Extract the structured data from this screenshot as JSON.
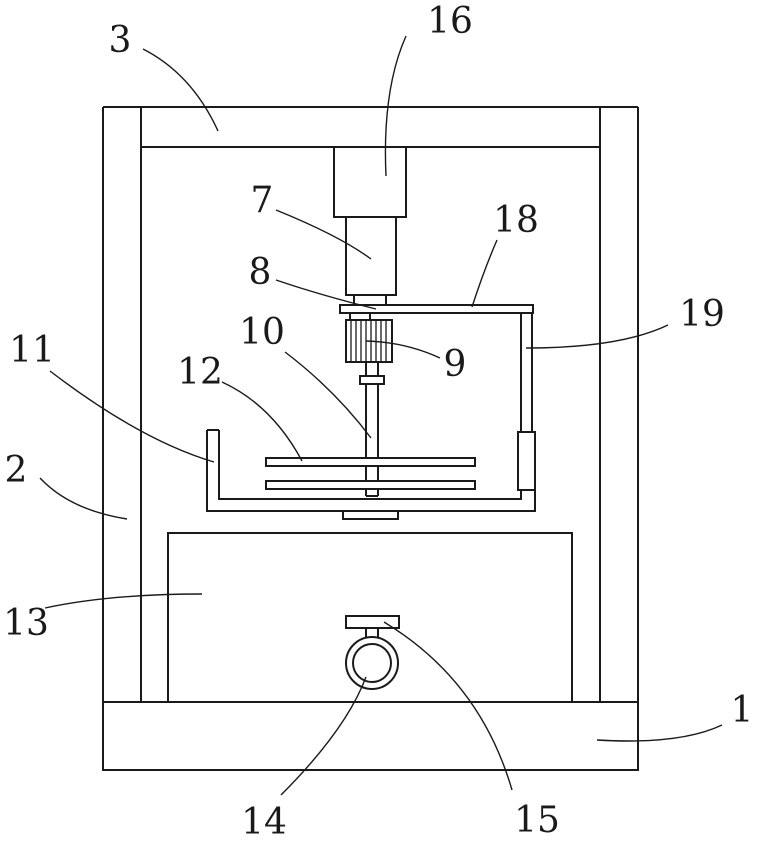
{
  "labels": {
    "l1": "1",
    "l2": "2",
    "l3": "3",
    "l7": "7",
    "l8": "8",
    "l9": "9",
    "l10": "10",
    "l11": "11",
    "l12": "12",
    "l13": "13",
    "l14": "14",
    "l15": "15",
    "l16": "16",
    "l18": "18",
    "l19": "19"
  }
}
